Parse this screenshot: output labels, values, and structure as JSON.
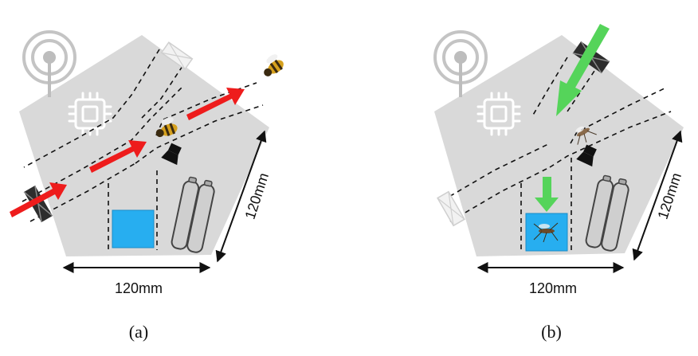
{
  "panels": [
    {
      "id": "a",
      "caption": "(a)",
      "dim_bottom": "120mm",
      "dim_side": "120mm"
    },
    {
      "id": "b",
      "caption": "(b)",
      "dim_bottom": "120mm",
      "dim_side": "120mm"
    }
  ],
  "colors": {
    "housing": "#d9d9d9",
    "red_arrow": "#ee1c1c",
    "green_arrow": "#55d45a",
    "water_container": "#27aef0",
    "battery": "#c9c9c9",
    "antenna": "#bdbdbd",
    "chip": "#ffffff"
  },
  "icons": [
    "antenna-icon",
    "processor-chip-icon",
    "battery-icon",
    "camera-icon",
    "fan-icon",
    "bee-icon",
    "mosquito-icon"
  ]
}
